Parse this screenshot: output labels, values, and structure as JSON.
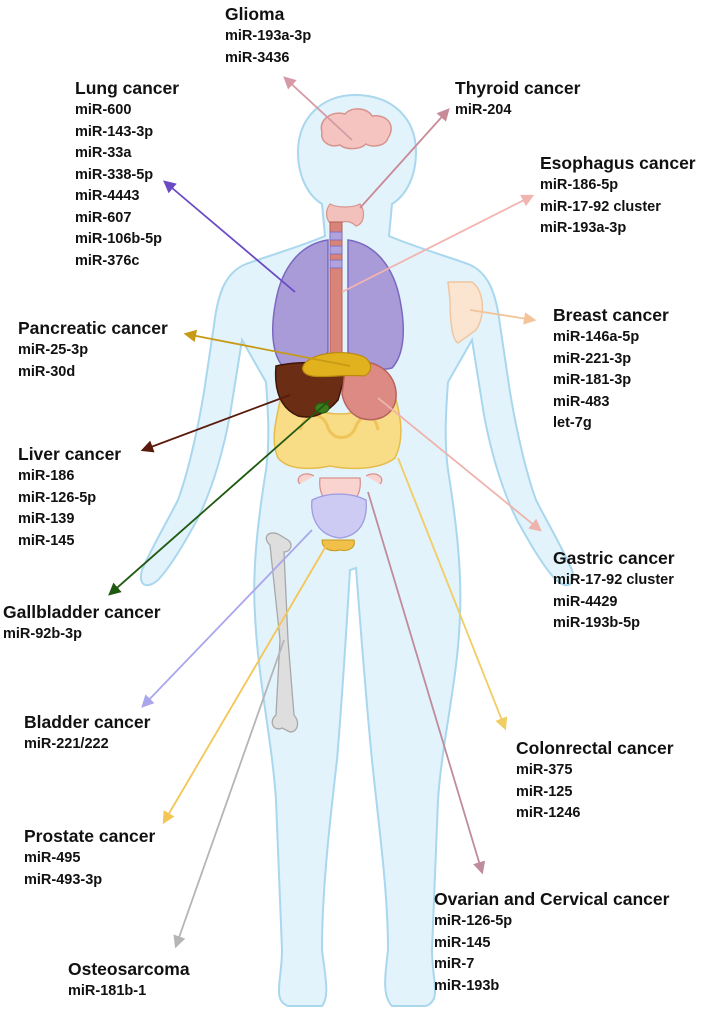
{
  "cancers": [
    {
      "key": "glioma",
      "title": "Glioma",
      "mirnas": [
        "miR-193a-3p",
        "miR-3436"
      ],
      "color": "#d59aa5"
    },
    {
      "key": "lung",
      "title": "Lung cancer",
      "mirnas": [
        "miR-600",
        "miR-143-3p",
        "miR-33a",
        "miR-338-5p",
        "miR-4443",
        "miR-607",
        "miR-106b-5p",
        "miR-376c"
      ],
      "color": "#6a4bc4"
    },
    {
      "key": "thyroid",
      "title": "Thyroid cancer",
      "mirnas": [
        "miR-204"
      ],
      "color": "#c98a98"
    },
    {
      "key": "esophagus",
      "title": "Esophagus cancer",
      "mirnas": [
        "miR-186-5p",
        "miR-17-92 cluster",
        "miR-193a-3p"
      ],
      "color": "#f1b4b0"
    },
    {
      "key": "breast",
      "title": "Breast cancer",
      "mirnas": [
        "miR-146a-5p",
        "miR-221-3p",
        "miR-181-3p",
        "miR-483",
        "let-7g"
      ],
      "color": "#f3c49a"
    },
    {
      "key": "pancreatic",
      "title": "Pancreatic cancer",
      "mirnas": [
        "miR-25-3p",
        "miR-30d"
      ],
      "color": "#c79a16"
    },
    {
      "key": "liver",
      "title": "Liver cancer",
      "mirnas": [
        "miR-186",
        "miR-126-5p",
        "miR-139",
        "miR-145"
      ],
      "color": "#5a1a0c"
    },
    {
      "key": "gastric",
      "title": "Gastric cancer",
      "mirnas": [
        "miR-17-92 cluster",
        "miR-4429",
        "miR-193b-5p"
      ],
      "color": "#efb3ae"
    },
    {
      "key": "gallbladder",
      "title": "Gallbladder cancer",
      "mirnas": [
        "miR-92b-3p"
      ],
      "color": "#1f5a10"
    },
    {
      "key": "bladder",
      "title": "Bladder cancer",
      "mirnas": [
        "miR-221/222"
      ],
      "color": "#aaa6ec"
    },
    {
      "key": "colorectal",
      "title": "Colonrectal cancer",
      "mirnas": [
        "miR-375",
        "miR-125",
        "miR-1246"
      ],
      "color": "#f1cd62"
    },
    {
      "key": "prostate",
      "title": "Prostate cancer",
      "mirnas": [
        "miR-495",
        "miR-493-3p"
      ],
      "color": "#f3c656"
    },
    {
      "key": "ovarian",
      "title": "Ovarian and Cervical cancer",
      "mirnas": [
        "miR-126-5p",
        "miR-145",
        "miR-7",
        "miR-193b"
      ],
      "color": "#c08c9c"
    },
    {
      "key": "osteosarcoma",
      "title": "Osteosarcoma",
      "mirnas": [
        "miR-181b-1"
      ],
      "color": "#b5b5b5"
    }
  ],
  "palette": {
    "body_fill": "#e2f3fb",
    "body_stroke": "#a9d7ee",
    "brain": "#f6c4c0",
    "lungs": "#a99ad8",
    "liver": "#6b2d14",
    "pancreas": "#e2b21e",
    "stomach": "#de8a84",
    "intestine": "#f8dc86",
    "bladder": "#cdcbf3",
    "bone": "#dedede",
    "esophagus": "#d98478",
    "thyroid": "#f2c1bb",
    "breast": "#fbe5d0"
  }
}
